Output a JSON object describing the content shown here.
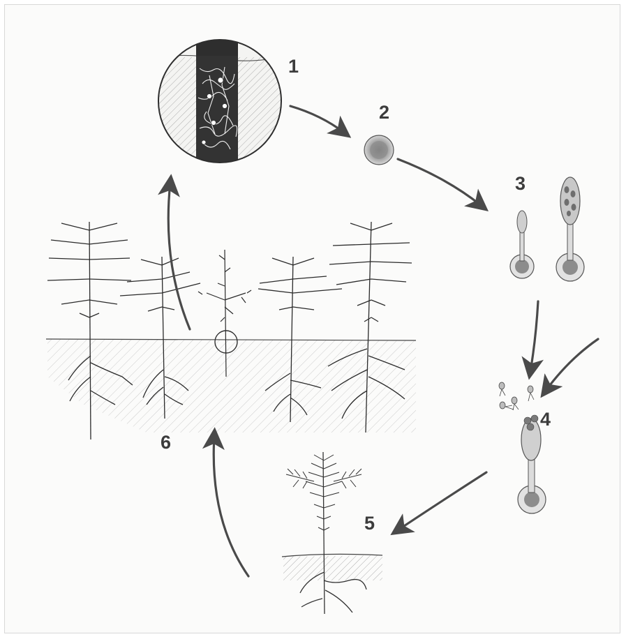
{
  "diagram": {
    "stages": [
      {
        "id": "1",
        "label": "1"
      },
      {
        "id": "2",
        "label": "2"
      },
      {
        "id": "3",
        "label": "3"
      },
      {
        "id": "4",
        "label": "4"
      },
      {
        "id": "5",
        "label": "5"
      },
      {
        "id": "6",
        "label": "6"
      }
    ]
  },
  "colors": {
    "ink": "#2e2e2e",
    "arrow": "#4a4a4a",
    "label": "#3c3c3c",
    "background": "#fbfbfa"
  }
}
